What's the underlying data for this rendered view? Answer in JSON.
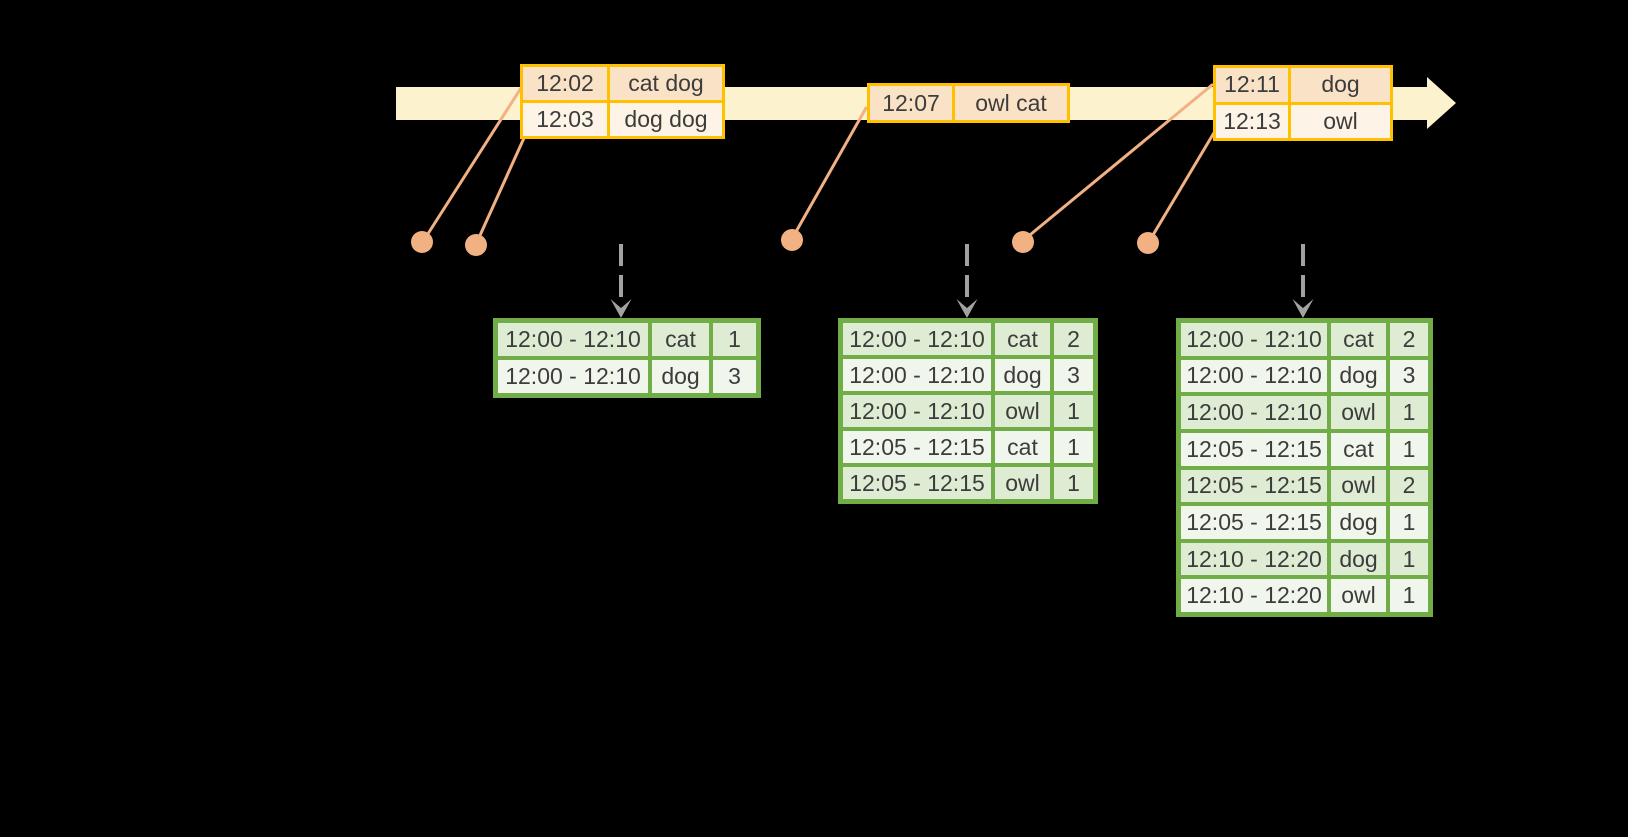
{
  "palette": {
    "background": "#000000",
    "timeline-fill": "#FCF2CD",
    "event-border": "#FFC000",
    "event-row-odd": "#FAE2C7",
    "event-row-even": "#FDF4E7",
    "connector": "#F2B183",
    "trigger-arrow": "#A2A2A2",
    "table-border": "#70AD47",
    "table-row-odd": "#DFECD4",
    "table-row-even": "#F1F6EC",
    "text": "#3C3C3C"
  },
  "timeline": {
    "event_groups": [
      {
        "rows": [
          {
            "time": "12:02",
            "words": "cat dog"
          },
          {
            "time": "12:03",
            "words": "dog dog"
          }
        ]
      },
      {
        "rows": [
          {
            "time": "12:07",
            "words": "owl cat"
          }
        ]
      },
      {
        "rows": [
          {
            "time": "12:11",
            "words": "dog"
          },
          {
            "time": "12:13",
            "words": "owl"
          }
        ]
      }
    ]
  },
  "result_tables": [
    {
      "rows": [
        {
          "window": "12:00 - 12:10",
          "word": "cat",
          "count": "1"
        },
        {
          "window": "12:00 - 12:10",
          "word": "dog",
          "count": "3"
        }
      ]
    },
    {
      "rows": [
        {
          "window": "12:00 - 12:10",
          "word": "cat",
          "count": "2"
        },
        {
          "window": "12:00 - 12:10",
          "word": "dog",
          "count": "3"
        },
        {
          "window": "12:00 - 12:10",
          "word": "owl",
          "count": "1"
        },
        {
          "window": "12:05 - 12:15",
          "word": "cat",
          "count": "1"
        },
        {
          "window": "12:05 - 12:15",
          "word": "owl",
          "count": "1"
        }
      ]
    },
    {
      "rows": [
        {
          "window": "12:00 - 12:10",
          "word": "cat",
          "count": "2"
        },
        {
          "window": "12:00 - 12:10",
          "word": "dog",
          "count": "3"
        },
        {
          "window": "12:00 - 12:10",
          "word": "owl",
          "count": "1"
        },
        {
          "window": "12:05 - 12:15",
          "word": "cat",
          "count": "1"
        },
        {
          "window": "12:05 - 12:15",
          "word": "owl",
          "count": "2"
        },
        {
          "window": "12:05 - 12:15",
          "word": "dog",
          "count": "1"
        },
        {
          "window": "12:10 - 12:20",
          "word": "dog",
          "count": "1"
        },
        {
          "window": "12:10 - 12:20",
          "word": "owl",
          "count": "1"
        }
      ]
    }
  ]
}
